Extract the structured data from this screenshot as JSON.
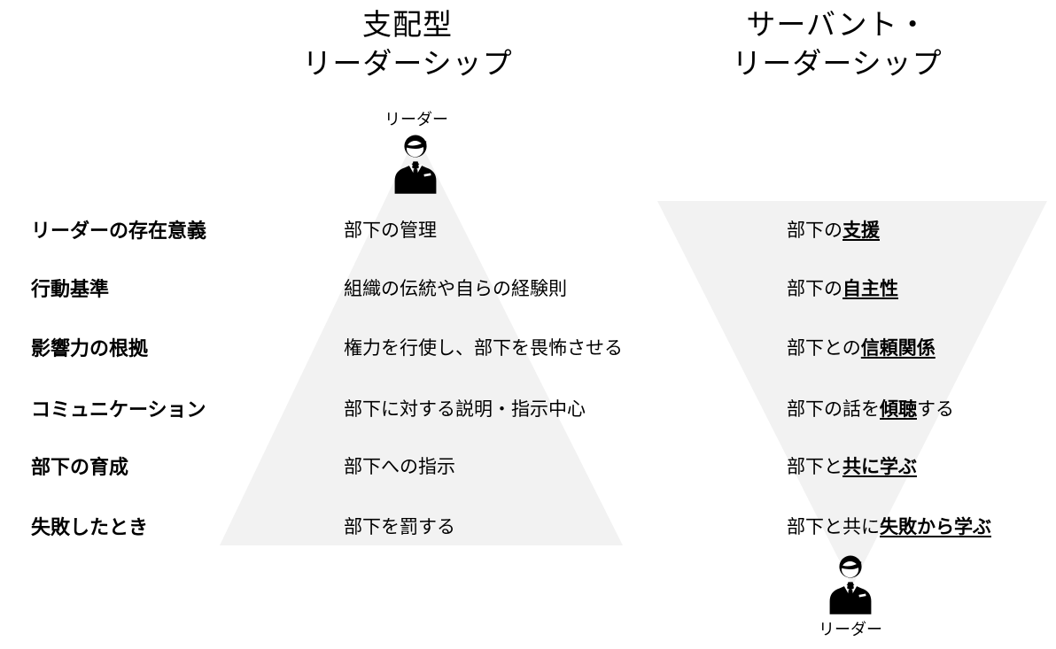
{
  "titles": {
    "left": {
      "line1": "支配型",
      "line2": "リーダーシップ"
    },
    "right": {
      "line1": "サーバント・",
      "line2": "リーダーシップ"
    }
  },
  "leader_labels": {
    "top": "リーダー",
    "bottom": "リーダー"
  },
  "rows": [
    {
      "label": "リーダーの存在意義",
      "left": "部下の管理",
      "right": {
        "prefix": "部下の",
        "emphasis": "支援",
        "suffix": ""
      }
    },
    {
      "label": "行動基準",
      "left": "組織の伝統や自らの経験則",
      "right": {
        "prefix": "部下の",
        "emphasis": "自主性",
        "suffix": ""
      }
    },
    {
      "label": "影響力の根拠",
      "left": "権力を行使し、部下を畏怖させる",
      "right": {
        "prefix": "部下との",
        "emphasis": "信頼関係",
        "suffix": ""
      }
    },
    {
      "label": "コミュニケーション",
      "left": "部下に対する説明・指示中心",
      "right": {
        "prefix": "部下の話を",
        "emphasis": "傾聴",
        "suffix": "する"
      }
    },
    {
      "label": "部下の育成",
      "left": "部下への指示",
      "right": {
        "prefix": "部下と",
        "emphasis": "共に学ぶ",
        "suffix": ""
      }
    },
    {
      "label": "失敗したとき",
      "left": "部下を罰する",
      "right": {
        "prefix": "部下と共に",
        "emphasis": "失敗から学ぶ",
        "suffix": ""
      }
    }
  ],
  "colors": {
    "triangle_fill": "#F2F2F2",
    "text": "#000000"
  }
}
